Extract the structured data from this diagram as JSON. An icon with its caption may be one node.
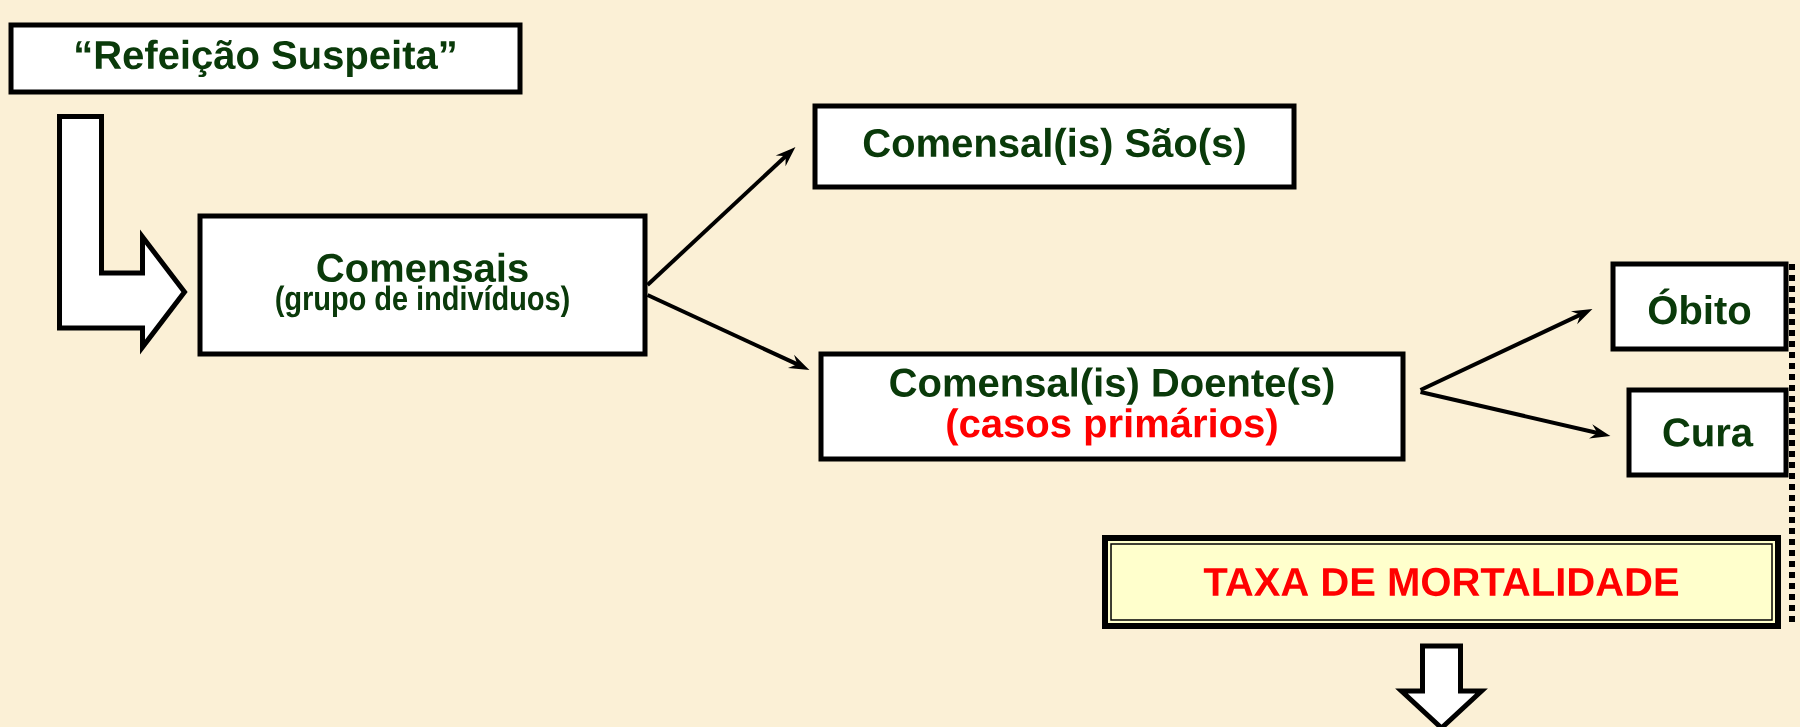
{
  "diagram": {
    "nodes": [
      {
        "text": [
          "“Refeição Suspeita”"
        ]
      },
      {
        "text": [
          "Comensais",
          "(grupo de indivíduos)"
        ]
      },
      {
        "text": [
          "Comensal(is) São(s)"
        ]
      },
      {
        "text": [
          "Comensal(is) Doente(s)",
          "(casos primários)"
        ]
      },
      {
        "text": [
          "Óbito"
        ]
      },
      {
        "text": [
          "Cura"
        ]
      },
      {
        "text": [
          "TAXA DE MORTALIDADE"
        ]
      }
    ],
    "edges": [
      {
        "from": 0,
        "to": 1,
        "arrow": "to",
        "style": "thick"
      },
      {
        "from": 1,
        "to": 2,
        "arrow": "to"
      },
      {
        "from": 1,
        "to": 3,
        "arrow": "to"
      },
      {
        "from": 3,
        "to": 4,
        "arrow": "to"
      },
      {
        "from": 3,
        "to": 5,
        "arrow": "to"
      },
      {
        "from": 6,
        "to": null,
        "arrow": "to",
        "style": "thick"
      }
    ]
  }
}
